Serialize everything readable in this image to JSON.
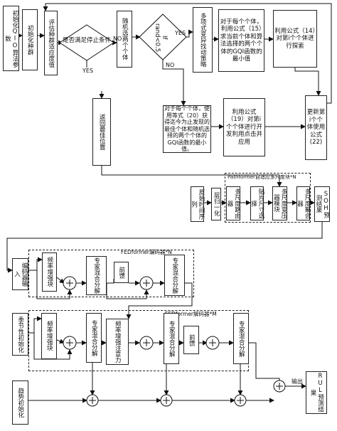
{
  "boxes": {
    "init_qio": "初始化QIO算法参数",
    "init_pop": "初始化种群",
    "eval_fit": "评估种群适应度值",
    "rand_two": "随机选两个个体",
    "multi_search": "多项式变异找动策略",
    "gqi_min": "对于每个个体，利用公式（15）求当前个体和算法选择的两个个体的GQI函数的最小值",
    "eq14": "利用公式（14）对第i个个体进行探索",
    "return_best": "返回最佳位置",
    "gqi_best": "对于每个个体，使用等式（20）获得迄今为止发现的最佳个体和随机选择的两个个体的GQI函数的最小值。",
    "eq19": "利用公式（19）对第i个个体进行开发利用点击并应用",
    "update": "更新第i个个体使用公式(22)",
    "raw_seq": "原始时间序列",
    "layer_norm": "层归一化",
    "ms_router": "多尺度路由器",
    "patch_select": "贴片尺寸选择",
    "ms_transformer": "多尺度变压器模块",
    "ms_aggregator": "多尺度聚合器",
    "soh_result": "SOH预测结果",
    "enc_input": "编码器输入",
    "enc_freq": "频率增强块",
    "enc_moe1": "专家混合分解",
    "enc_ff": "前馈",
    "enc_moe2": "专家混合分解",
    "season_init": "季节性初始化",
    "dec_freq": "频率增强块",
    "dec_moe1": "专家混合分解",
    "dec_freq_attn": "频率增强注意力",
    "dec_moe2": "专家混合分解",
    "dec_ff": "前馈",
    "dec_moe3": "专家混合分解",
    "trend_init": "趋势初始化",
    "rul_result": "RUL预测结果"
  },
  "decisions": {
    "stop": "是否满足停止条件",
    "rand": "If rand<0.5"
  },
  "labels": {
    "yes1": "YES",
    "yes2": "YES",
    "no1": "NO",
    "no2": "NO",
    "pathformer": "Pathformer自适应多尺度块*N",
    "fed_enc": "FEDformer编码器*N",
    "fed_dec": "FEDformer解码器*M",
    "output": "输出"
  }
}
